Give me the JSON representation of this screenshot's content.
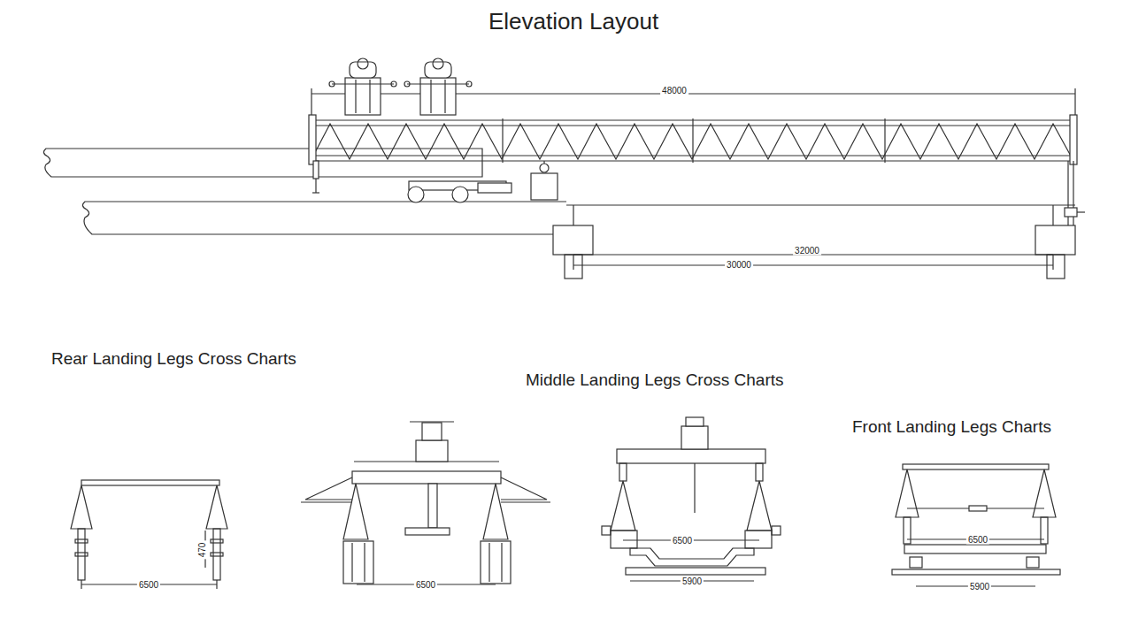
{
  "diagram": {
    "title": "Elevation Layout",
    "labels": [
      "48000",
      "32000",
      "30000",
      "Rear Landing Legs Cross Charts",
      "Middle Landing Legs Cross Charts",
      "Front Landing Legs Charts",
      "6500",
      "470",
      "6500",
      "6500",
      "5900",
      "6500",
      "5900"
    ]
  }
}
